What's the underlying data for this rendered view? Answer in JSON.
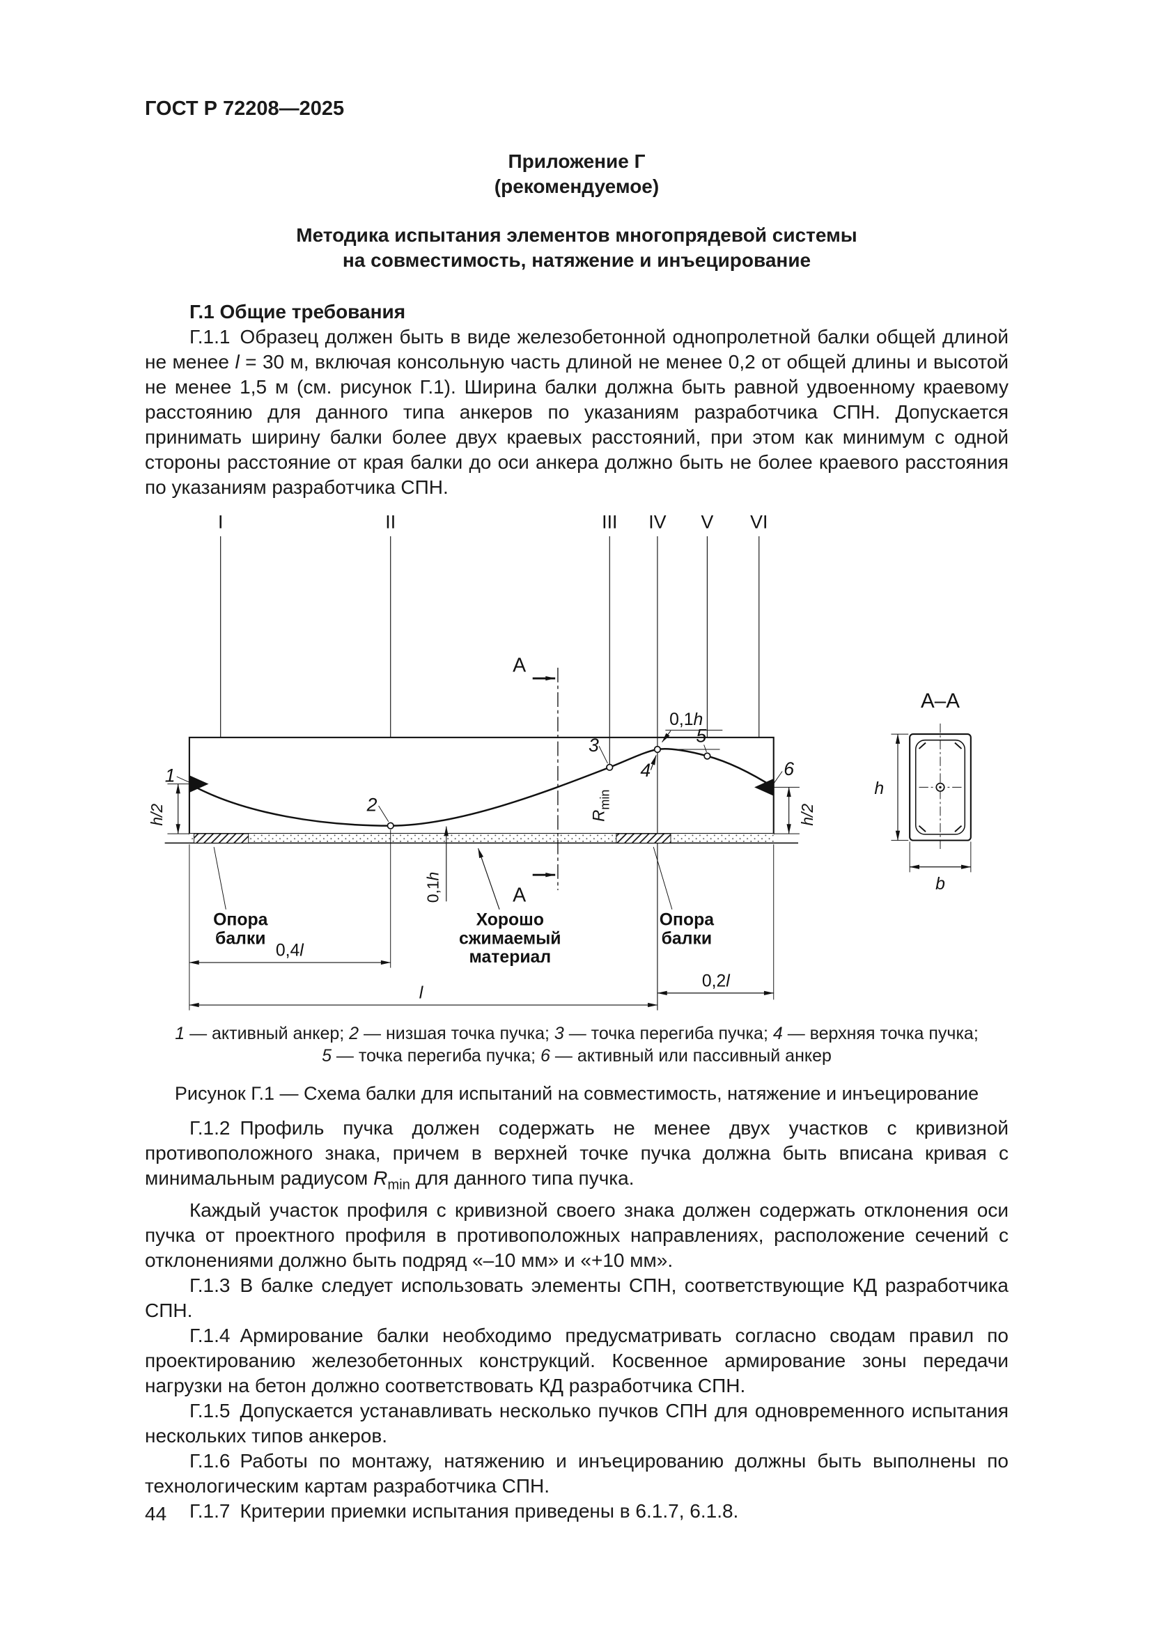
{
  "header": {
    "title": "ГОСТ Р 72208—2025"
  },
  "appendix": {
    "label": "Приложение Г",
    "type": "(рекомендуемое)"
  },
  "title": {
    "line1": "Методика испытания элементов многопрядевой системы",
    "line2": "на совместимость, натяжение и инъецирование"
  },
  "section": {
    "heading": "Г.1 Общие требования"
  },
  "paragraphs": {
    "g11": [
      {
        "t": "Г.1.1 Образец должен быть в виде железобетонной однопролетной балки общей длиной не менее "
      },
      {
        "t": "l",
        "s": "i"
      },
      {
        "t": " = 30 м, включая консольную часть длиной не менее 0,2 от общей длины и высотой не менее 1,5 м (см. рисунок Г.1). Ширина балки должна быть равной удвоенному краевому расстоянию для данного типа анкеров по указаниям разработчика СПН. Допускается принимать ширину балки более двух краевых расстояний, при этом как минимум с одной стороны расстояние от края балки до оси анкера должно быть не более краевого расстояния по указаниям разработчика СПН."
      }
    ],
    "g12_p1": [
      {
        "t": "Г.1.2 Профиль пучка должен содержать не менее двух участков с кривизной противоположного знака, причем в верхней точке пучка должна быть вписана кривая с минимальным радиусом "
      },
      {
        "t": "R",
        "s": "i"
      },
      {
        "t": "min",
        "s": "sub"
      },
      {
        "t": " для данного типа пучка."
      }
    ],
    "g12_p2": "Каждый участок профиля с кривизной своего знака должен содержать отклонения оси пучка от проектного профиля в противоположных направлениях, расположение сечений с отклонениями должно быть подряд «–10 мм» и «+10 мм».",
    "g13": "Г.1.3 В балке следует использовать элементы СПН, соответствующие КД разработчика СПН.",
    "g14": "Г.1.4 Армирование балки необходимо предусматривать согласно сводам правил по проектированию железобетонных конструкций. Косвенное армирование зоны передачи нагрузки на бетон должно соответствовать КД разработчика СПН.",
    "g15": "Г.1.5 Допускается устанавливать несколько пучков СПН для одновременного испытания нескольких типов анкеров.",
    "g16": "Г.1.6 Работы по монтажу, натяжению и инъецированию должны быть выполнены по технологическим картам разработчика СПН.",
    "g17": "Г.1.7 Критерии приемки испытания приведены в 6.1.7, 6.1.8."
  },
  "figure": {
    "marks": [
      "I",
      "II",
      "III",
      "IV",
      "V",
      "VI"
    ],
    "points": [
      "1",
      "2",
      "3",
      "4",
      "5",
      "6"
    ],
    "cut_label_top": "А",
    "cut_label_bottom": "А",
    "section_view": "А–А",
    "dim01h": [
      "0,1",
      "h"
    ],
    "h2_left": "h/2",
    "h2_right": "h/2",
    "rmin_base": "R",
    "rmin_sub": "min",
    "support_left": [
      "Опора",
      "балки"
    ],
    "support_right": [
      "Опора",
      "балки"
    ],
    "material": [
      "Хорошо",
      "сжимаемый",
      "материал"
    ],
    "dim04l": [
      "0,4",
      "l"
    ],
    "dim_l": "l",
    "dim02l": [
      "0,2",
      "l"
    ],
    "dim_h": "h",
    "dim_b": "b",
    "caption_line1": [
      {
        "t": "1",
        "s": "i"
      },
      {
        "t": " — активный анкер; "
      },
      {
        "t": "2",
        "s": "i"
      },
      {
        "t": " — низшая точка пучка; "
      },
      {
        "t": "3",
        "s": "i"
      },
      {
        "t": " — точка перегиба пучка; "
      },
      {
        "t": "4",
        "s": "i"
      },
      {
        "t": " — верхняя точка пучка;"
      }
    ],
    "caption_line2": [
      {
        "t": "5",
        "s": "i"
      },
      {
        "t": " — точка перегиба пучка; "
      },
      {
        "t": "6",
        "s": "i"
      },
      {
        "t": " — активный или пассивный анкер"
      }
    ],
    "title": "Рисунок Г.1 — Схема балки для испытаний на совместимость, натяжение и инъецирование"
  },
  "page_number": "44"
}
